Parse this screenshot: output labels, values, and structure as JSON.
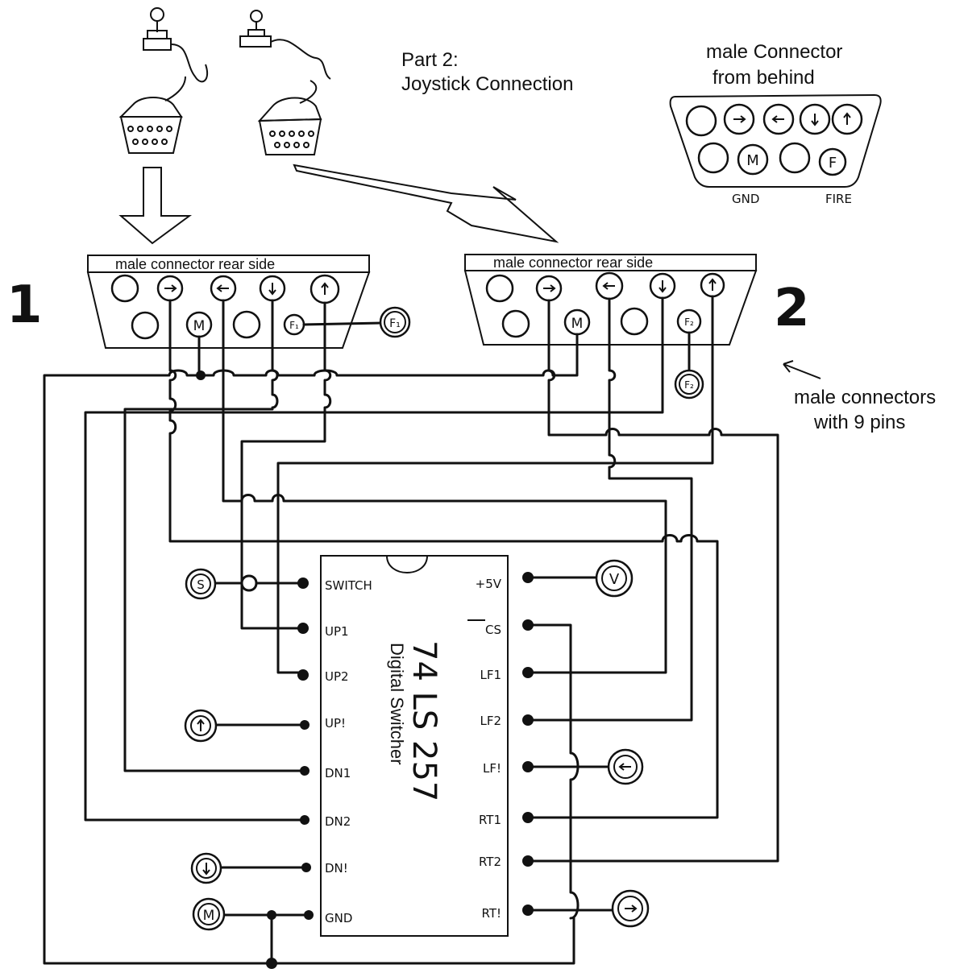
{
  "title": {
    "line1": "Part 2:",
    "line2": "Joystick Connection"
  },
  "reference_connector": {
    "title_line1": "male Connector",
    "title_line2": "from behind",
    "pin_m": "M",
    "pin_f": "F",
    "gnd_label": "GND",
    "fire_label": "FIRE"
  },
  "connector1": {
    "number": "1",
    "header": "male connector rear side",
    "pin_m": "M",
    "pin_f": "F₁",
    "ext_f": "F₁"
  },
  "connector2": {
    "number": "2",
    "header": "male connector rear side",
    "pin_m": "M",
    "pin_f": "F₂",
    "ext_f": "F₂"
  },
  "note": {
    "line1": "male connectors",
    "line2": "with 9 pins"
  },
  "chip": {
    "name": "74 LS 257",
    "subtitle": "Digital Switcher",
    "left_pins": [
      "SWITCH",
      "UP1",
      "UP2",
      "UP!",
      "DN1",
      "DN2",
      "DN!",
      "GND"
    ],
    "right_pins": [
      "+5V",
      "CS",
      "LF1",
      "LF2",
      "LF!",
      "RT1",
      "RT2",
      "RT!"
    ]
  },
  "terminals": {
    "switch": "S",
    "vcc": "V",
    "ground": "M"
  },
  "icons": {
    "arrow_right": "arrow-right-icon",
    "arrow_left": "arrow-left-icon",
    "arrow_down": "arrow-down-icon",
    "arrow_up": "arrow-up-icon",
    "joystick": "joystick-icon"
  }
}
